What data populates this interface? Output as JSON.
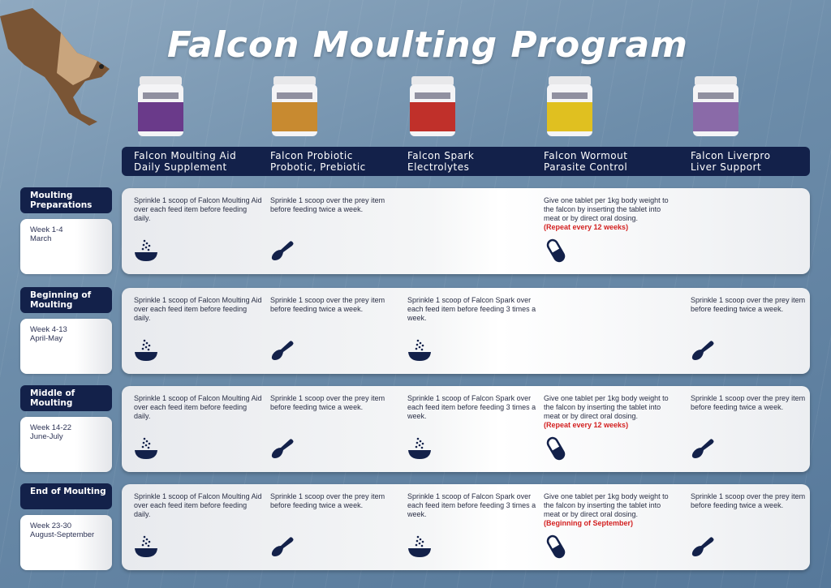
{
  "title": "Falcon Moulting Program",
  "colors": {
    "navy": "#13214a",
    "accent_red": "#d32020"
  },
  "products": [
    {
      "name": "Falcon Moulting Aid",
      "subtitle": "Daily Supplement",
      "jar_color": "#6a3a8a"
    },
    {
      "name": "Falcon Probiotic",
      "subtitle": "Probotic, Prebiotic",
      "jar_color": "#c88a30"
    },
    {
      "name": "Falcon Spark",
      "subtitle": "Electrolytes",
      "jar_color": "#c0302a"
    },
    {
      "name": "Falcon Wormout",
      "subtitle": "Parasite Control",
      "jar_color": "#e0c020"
    },
    {
      "name": "Falcon Liverpro",
      "subtitle": "Liver Support",
      "jar_color": "#8a6aa8"
    }
  ],
  "rows": [
    {
      "stage": "Moulting Preparations",
      "weeks": "Week 1-4",
      "months": "March",
      "cells": [
        {
          "text": "Sprinkle 1 scoop of Falcon Moulting Aid over each feed item before feeding daily.",
          "note": "",
          "icon": "bowl-icon"
        },
        {
          "text": "Sprinkle 1 scoop over the prey item before feeding twice a week.",
          "note": "",
          "icon": "scoop-icon"
        },
        {
          "text": "",
          "note": "",
          "icon": ""
        },
        {
          "text": "Give one tablet per 1kg body weight to the falcon by inserting the tablet into meat or by direct oral dosing.",
          "note": "(Repeat every 12 weeks)",
          "icon": "capsule-icon"
        },
        {
          "text": "",
          "note": "",
          "icon": ""
        }
      ]
    },
    {
      "stage": "Beginning of Moulting",
      "weeks": "Week 4-13",
      "months": "April-May",
      "cells": [
        {
          "text": "Sprinkle 1 scoop of Falcon Moulting Aid over each feed item before feeding daily.",
          "note": "",
          "icon": "bowl-icon"
        },
        {
          "text": "Sprinkle 1 scoop over the prey item before feeding twice a week.",
          "note": "",
          "icon": "scoop-icon"
        },
        {
          "text": "Sprinkle 1 scoop of Falcon Spark over each feed item before feeding 3 times a week.",
          "note": "",
          "icon": "bowl-icon"
        },
        {
          "text": "",
          "note": "",
          "icon": ""
        },
        {
          "text": "Sprinkle 1 scoop over the prey item before feeding twice a week.",
          "note": "",
          "icon": "scoop-icon"
        }
      ]
    },
    {
      "stage": "Middle of Moulting",
      "weeks": "Week 14-22",
      "months": "June-July",
      "cells": [
        {
          "text": "Sprinkle 1 scoop of Falcon Moulting Aid over each feed item before feeding daily.",
          "note": "",
          "icon": "bowl-icon"
        },
        {
          "text": "Sprinkle 1 scoop over the prey item before feeding twice a week.",
          "note": "",
          "icon": "scoop-icon"
        },
        {
          "text": "Sprinkle 1 scoop of Falcon Spark over each feed item before feeding 3 times a week.",
          "note": "",
          "icon": "bowl-icon"
        },
        {
          "text": "Give one tablet per 1kg body weight to the falcon by inserting the tablet into meat or by direct oral dosing.",
          "note": "(Repeat every 12 weeks)",
          "icon": "capsule-icon"
        },
        {
          "text": "Sprinkle 1 scoop over the prey item before feeding twice a week.",
          "note": "",
          "icon": "scoop-icon"
        }
      ]
    },
    {
      "stage": "End of Moulting",
      "weeks": "Week 23-30",
      "months": "August-September",
      "cells": [
        {
          "text": "Sprinkle 1 scoop of Falcon Moulting Aid over each feed item before feeding daily.",
          "note": "",
          "icon": "bowl-icon"
        },
        {
          "text": "Sprinkle 1 scoop over the prey item before feeding twice a week.",
          "note": "",
          "icon": "scoop-icon"
        },
        {
          "text": "Sprinkle 1 scoop of Falcon Spark over each feed item before feeding 3 times a week.",
          "note": "",
          "icon": "bowl-icon"
        },
        {
          "text": "Give one tablet per 1kg body weight to the falcon by inserting the tablet into meat or by direct oral dosing.",
          "note": "(Beginning of September)",
          "icon": "capsule-icon"
        },
        {
          "text": "Sprinkle 1 scoop over the prey item before feeding twice a week.",
          "note": "",
          "icon": "scoop-icon"
        }
      ]
    }
  ]
}
